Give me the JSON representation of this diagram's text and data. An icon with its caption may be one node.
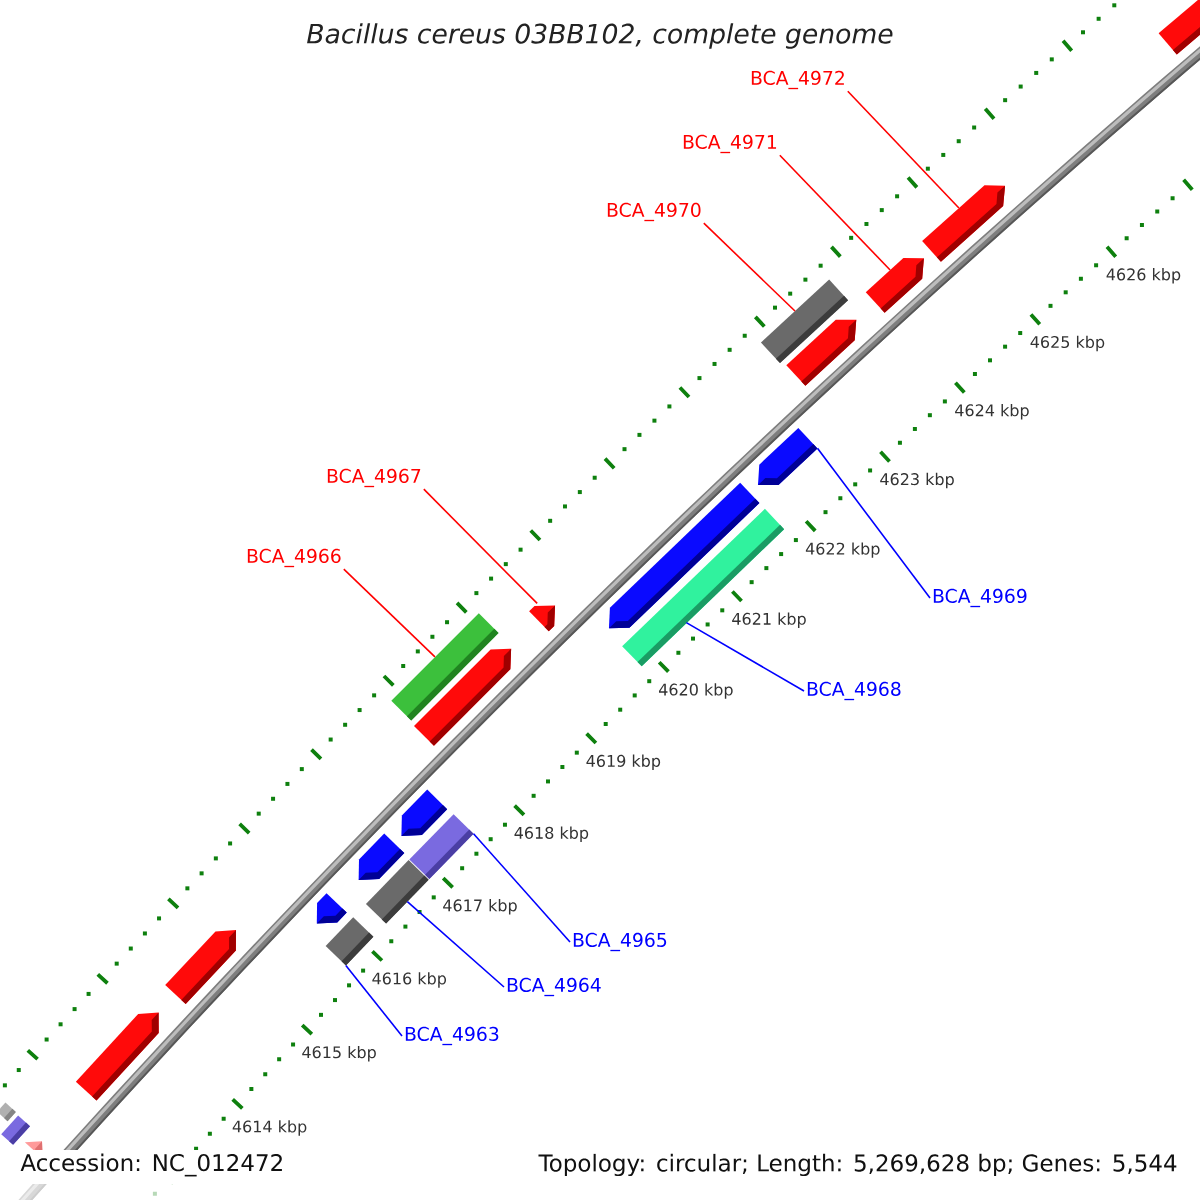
{
  "diagram": {
    "title": "Bacillus cereus 03BB102, complete genome",
    "nodes": [
      {
        "text": [],
        "shape": "arrow"
      },
      {
        "text": [
          "BCA_4972"
        ]
      },
      {
        "text": [
          "BCA_4971"
        ]
      },
      {
        "text": [],
        "shape": "arrow"
      },
      {
        "text": [
          "BCA_4970"
        ]
      },
      {
        "text": [],
        "shape": "arrow"
      },
      {
        "text": [],
        "shape": "box"
      },
      {
        "text": [],
        "shape": "arrow"
      },
      {
        "text": [],
        "shape": "arrow"
      },
      {
        "text": [
          "BCA_4967"
        ]
      },
      {
        "text": [],
        "shape": "arrow"
      },
      {
        "text": [],
        "shape": "box"
      },
      {
        "text": [
          "BCA_4966"
        ]
      },
      {
        "text": [
          "BCA_4969"
        ]
      },
      {
        "text": [],
        "shape": "arrow"
      },
      {
        "text": [],
        "shape": "box"
      },
      {
        "text": [],
        "shape": "arrow"
      },
      {
        "text": [
          "BCA_4968"
        ]
      },
      {
        "text": [],
        "shape": "arrow"
      },
      {
        "text": [],
        "shape": "box"
      },
      {
        "text": [],
        "shape": "arrow"
      },
      {
        "text": [],
        "shape": "box"
      },
      {
        "text": [],
        "shape": "arrow"
      },
      {
        "text": [],
        "shape": "arrow"
      },
      {
        "text": [],
        "shape": "box"
      },
      {
        "text": [
          "BCA_4965"
        ]
      },
      {
        "text": [
          "BCA_4964"
        ]
      },
      {
        "text": [],
        "shape": "arrow"
      },
      {
        "text": [
          "BCA_4963"
        ]
      },
      {
        "text": [],
        "shape": "box"
      },
      {
        "text": [],
        "shape": "arrow"
      },
      {
        "text": [],
        "shape": "box"
      }
    ],
    "edges": [
      {
        "from": 1,
        "to": 3,
        "arrow": "none",
        "color": "#ff0000"
      },
      {
        "from": 2,
        "to": 5,
        "arrow": "none",
        "color": "#ff0000"
      },
      {
        "from": 4,
        "to": 6,
        "arrow": "none",
        "color": "#ff0000"
      },
      {
        "from": 9,
        "to": 14,
        "arrow": "none",
        "color": "#ff0000"
      },
      {
        "from": 12,
        "to": 15,
        "arrow": "none",
        "color": "#ff0000"
      },
      {
        "from": 13,
        "to": 8,
        "arrow": "none",
        "color": "#0000ff"
      },
      {
        "from": 17,
        "to": 11,
        "arrow": "none",
        "color": "#0000ff"
      },
      {
        "from": 25,
        "to": 19,
        "arrow": "none",
        "color": "#0000ff"
      },
      {
        "from": 26,
        "to": 21,
        "arrow": "none",
        "color": "#0000ff"
      },
      {
        "from": 28,
        "to": 24,
        "arrow": "none",
        "color": "#0000ff"
      }
    ],
    "labels": [
      "4626 kbp",
      "4625 kbp",
      "4624 kbp",
      "4623 kbp",
      "4622 kbp",
      "4621 kbp",
      "4620 kbp",
      "4619 kbp",
      "4618 kbp",
      "4617 kbp",
      "4616 kbp",
      "4615 kbp",
      "4614 kbp",
      "Accession: NC_012472",
      "Topology: circular; Length: 5,269,628 bp; Genes: 5,544"
    ]
  }
}
